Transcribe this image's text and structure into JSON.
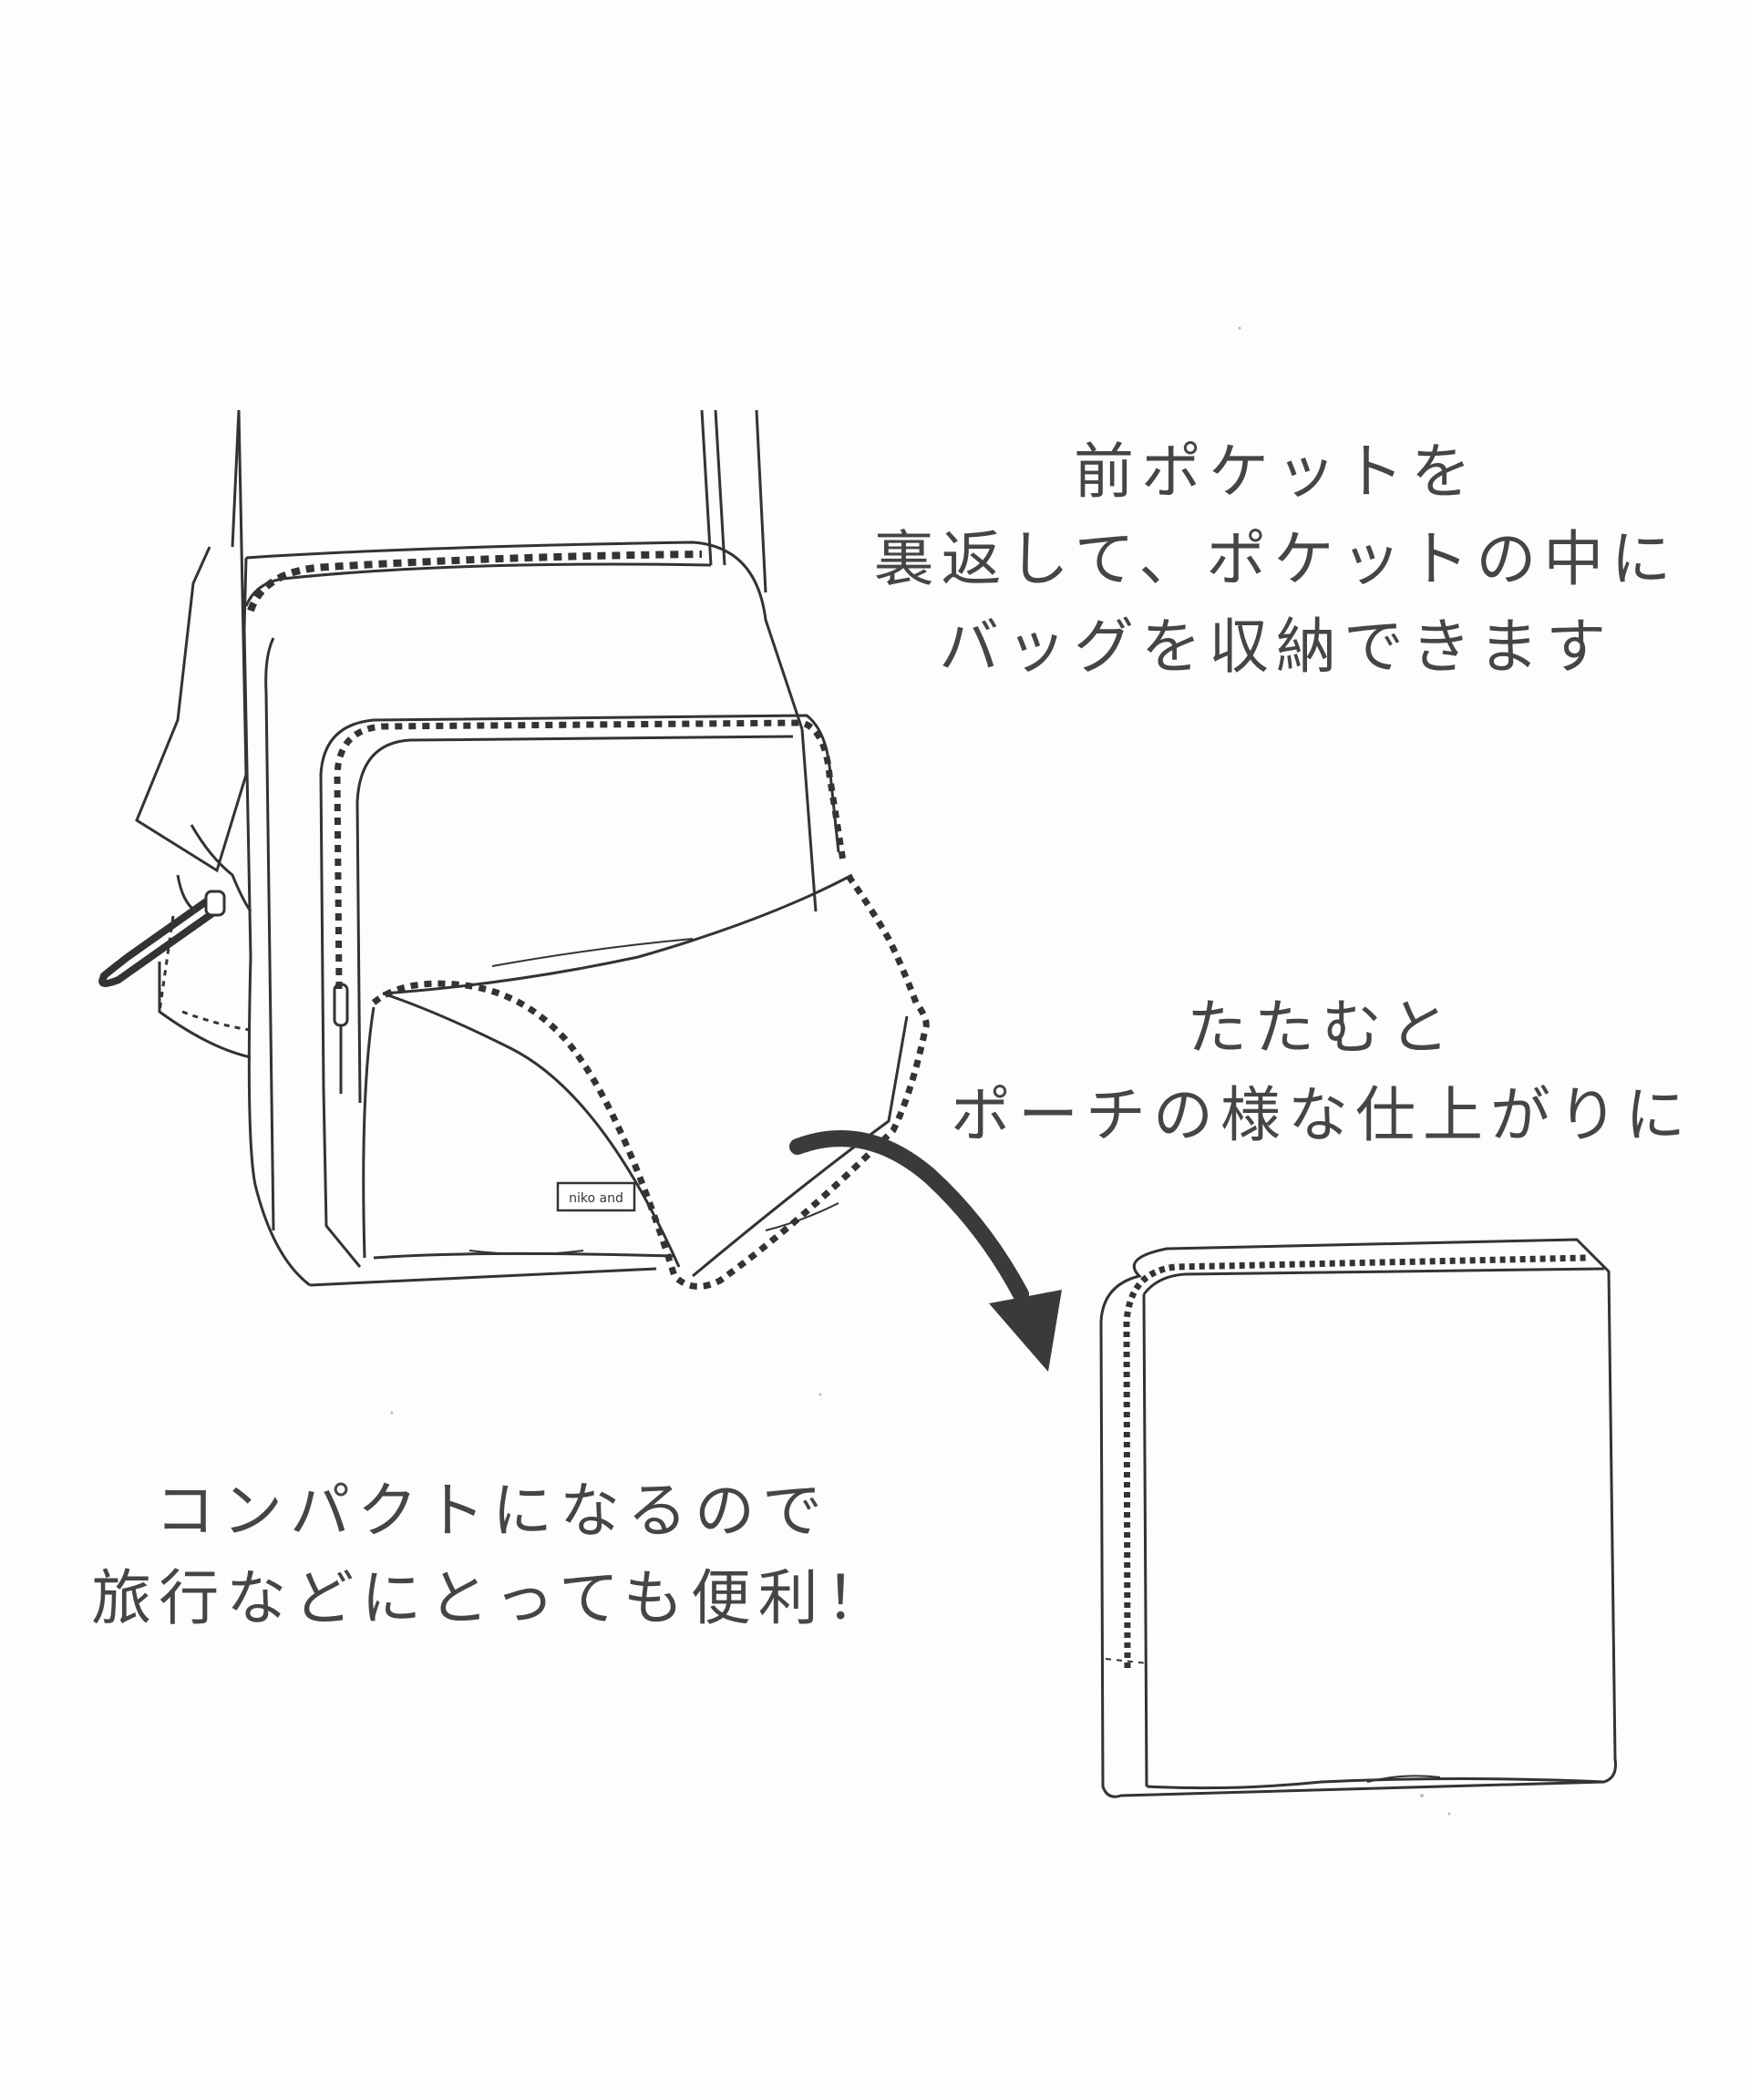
{
  "captions": {
    "pocket": {
      "lines": [
        "前ポケットを",
        "裏返して、ポケットの中に",
        "バッグを収納できます"
      ]
    },
    "fold": {
      "lines": [
        "たたむと",
        "ポーチの様な仕上がりに"
      ]
    },
    "travel": {
      "lines": [
        "コンパクトになるので",
        "旅行などにとっても便利！"
      ]
    }
  },
  "bag": {
    "logo": "niko and"
  },
  "colors": {
    "line": "#333333",
    "text": "#454545",
    "arrow": "#3a3a3a",
    "background": "#fdfdfd"
  },
  "icons": {
    "arrow": "curved-arrow-icon",
    "zipper_pull": "zipper-pull-icon"
  }
}
